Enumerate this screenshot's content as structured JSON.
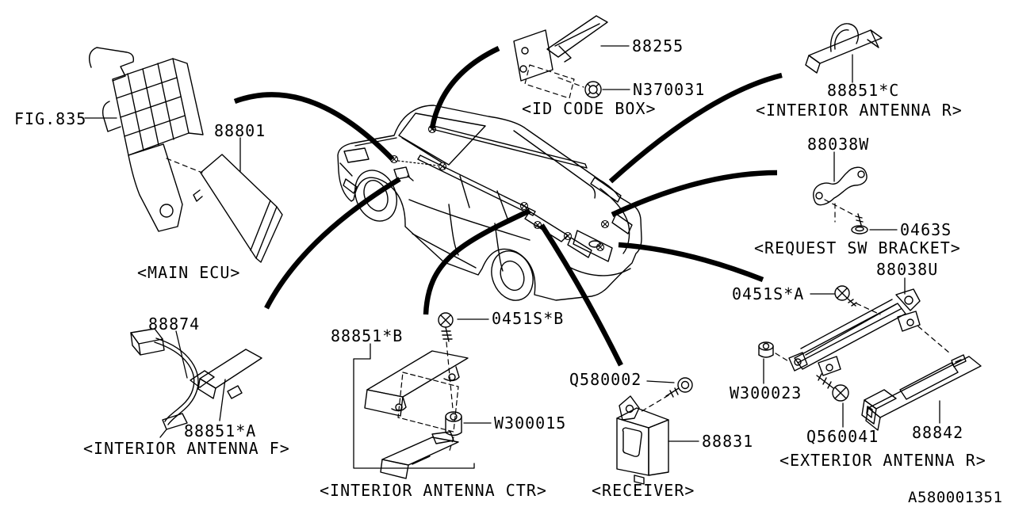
{
  "diagram_title_hint": "keyless entry antenna and receiver parts diagram",
  "colors": {
    "background": "#ffffff",
    "line": "#000000"
  },
  "figure_ref": "FIG.835",
  "doc_number": "A580001351",
  "parts": {
    "main_ecu": {
      "number": "88801",
      "caption": "<MAIN ECU>"
    },
    "id_code_box": {
      "number": "88255",
      "nut": "N370031",
      "caption": "<ID CODE BOX>"
    },
    "interior_antenna_r": {
      "number": "88851*C",
      "caption": "<INTERIOR ANTENNA R>"
    },
    "request_sw_bracket": {
      "number": "88038W",
      "screw": "0463S",
      "caption": "<REQUEST SW BRACKET>"
    },
    "exterior_antenna_r": {
      "bracket": "88038U",
      "screw_a": "0451S*A",
      "nut": "W300023",
      "screw_b": "Q560041",
      "number": "88842",
      "caption": "<EXTERIOR ANTENNA R>"
    },
    "interior_antenna_f": {
      "cord": "88874",
      "number": "88851*A",
      "caption": "<INTERIOR ANTENNA F>"
    },
    "interior_antenna_ctr": {
      "number": "88851*B",
      "screw": "0451S*B",
      "spacer": "W300015",
      "caption": "<INTERIOR ANTENNA CTR>"
    },
    "receiver": {
      "screw": "Q580002",
      "number": "88831",
      "caption": "<RECEIVER>"
    }
  }
}
